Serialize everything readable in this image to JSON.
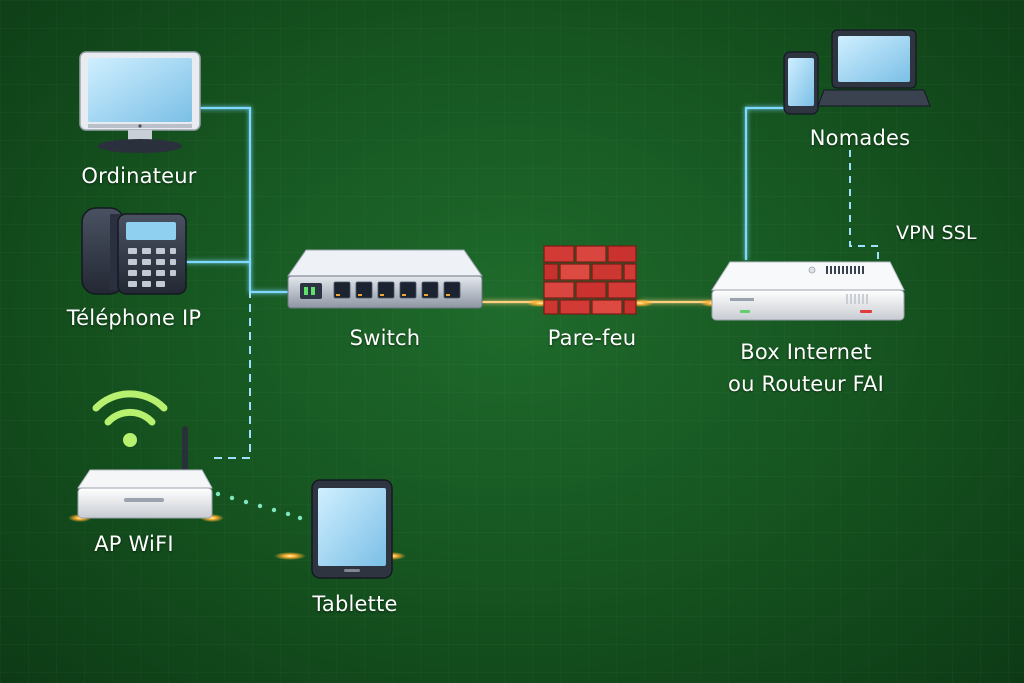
{
  "nodes": {
    "computer": {
      "label": "Ordinateur",
      "icon": "desktop-computer-icon"
    },
    "phone": {
      "label": "Téléphone IP",
      "icon": "ip-phone-icon"
    },
    "ap": {
      "label": "AP WiFI",
      "icon": "wifi-access-point-icon"
    },
    "tablet": {
      "label": "Tablette",
      "icon": "tablet-icon"
    },
    "switch": {
      "label": "Switch",
      "icon": "network-switch-icon"
    },
    "firewall": {
      "label": "Pare-feu",
      "icon": "firewall-brick-icon"
    },
    "router": {
      "label_line1": "Box Internet",
      "label_line2": "ou Routeur FAI",
      "icon": "router-box-icon"
    },
    "nomads": {
      "label": "Nomades",
      "icon": "laptop-smartphone-icon"
    }
  },
  "links": {
    "vpn": {
      "label": "VPN SSL"
    }
  },
  "colors": {
    "background": "#15521f",
    "wire": "#7fd8ff",
    "wire_glow": "#3fb8ff",
    "spark": "#ffb030",
    "wifi": "#b8f070",
    "brick": "#d23a36",
    "label": "#ffffff"
  }
}
